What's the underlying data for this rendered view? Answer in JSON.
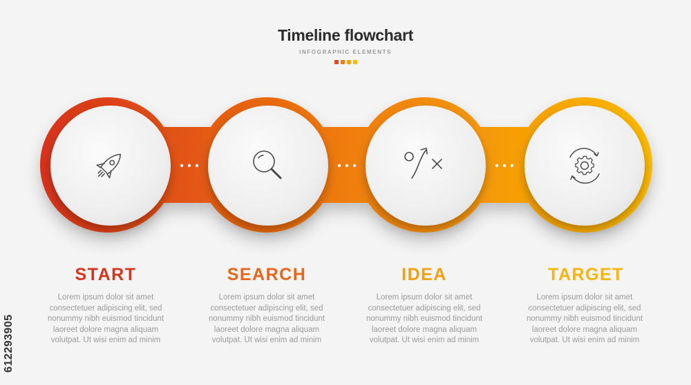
{
  "header": {
    "title": "Timeline flowchart",
    "subtitle": "INFOGRAPHIC ELEMENTS",
    "dot_colors": [
      "#e0461a",
      "#ee7c0c",
      "#f6a200",
      "#fcb900"
    ]
  },
  "gradient": {
    "start": "#d8321b",
    "mid": "#ef7d0a",
    "end": "#fcba03"
  },
  "steps": [
    {
      "label": "START",
      "color": "#d8331b",
      "icon": "rocket-icon",
      "text": [
        "Lorem ipsum dolor sit amet",
        "consectetuer adipiscing elit, sed",
        "nonummy nibh euismod tincidunt",
        "laoreet dolore magna aliquam",
        "volutpat. Ut wisi enim ad minim"
      ]
    },
    {
      "label": "SEARCH",
      "color": "#e8651a",
      "icon": "magnifier-icon",
      "text": [
        "Lorem ipsum dolor sit amet",
        "consectetuer adipiscing elit, sed",
        "nonummy nibh euismod tincidunt",
        "laoreet dolore magna aliquam",
        "volutpat. Ut wisi enim ad minim"
      ]
    },
    {
      "label": "IDEA",
      "color": "#f3a00b",
      "icon": "strategy-icon",
      "text": [
        "Lorem ipsum dolor sit amet",
        "consectetuer adipiscing elit, sed",
        "nonummy nibh euismod tincidunt",
        "laoreet dolore magna aliquam",
        "volutpat. Ut wisi enim ad minim"
      ]
    },
    {
      "label": "TARGET",
      "color": "#f8b40b",
      "icon": "gear-cycle-icon",
      "text": [
        "Lorem ipsum dolor sit amet",
        "consectetuer adipiscing elit, sed",
        "nonummy nibh euismod tincidunt",
        "laoreet dolore magna aliquam",
        "volutpat. Ut wisi enim ad minim"
      ]
    }
  ],
  "watermark": "612293905"
}
